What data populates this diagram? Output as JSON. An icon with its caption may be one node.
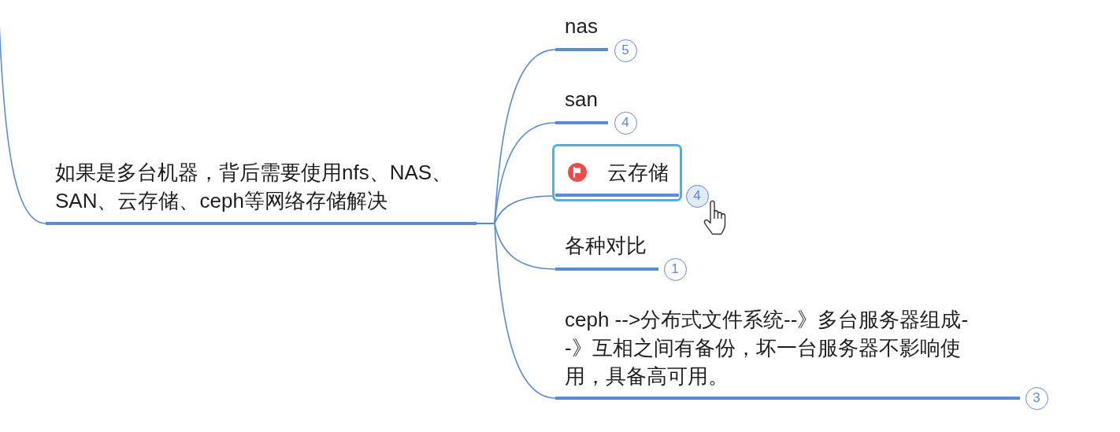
{
  "diagram": {
    "nodes": [
      {
        "text": [
          "如果是多台机器，背后需要使用nfs、NAS、SAN、云存储、ceph等网络存储解决"
        ]
      },
      {
        "text": [
          "nas"
        ],
        "beside": [
          "5"
        ]
      },
      {
        "text": [
          "san"
        ],
        "beside": [
          "4"
        ]
      },
      {
        "text": [
          "云存储"
        ],
        "beside": [
          "4"
        ]
      },
      {
        "text": [
          "各种对比"
        ],
        "beside": [
          "1"
        ]
      },
      {
        "text": [
          "ceph -->分布式文件系统--》多台服务器组成--》互相之间有备份，坏一台服务器不影响使用，具备高可用。"
        ],
        "beside": [
          "3"
        ]
      }
    ],
    "edges": [
      {
        "from": null,
        "to": 0,
        "arrow": "none"
      },
      {
        "from": 0,
        "to": 1,
        "arrow": "none"
      },
      {
        "from": 0,
        "to": 2,
        "arrow": "none"
      },
      {
        "from": 0,
        "to": 3,
        "arrow": "none"
      },
      {
        "from": 0,
        "to": 4,
        "arrow": "none"
      },
      {
        "from": 0,
        "to": 5,
        "arrow": "none"
      }
    ]
  }
}
